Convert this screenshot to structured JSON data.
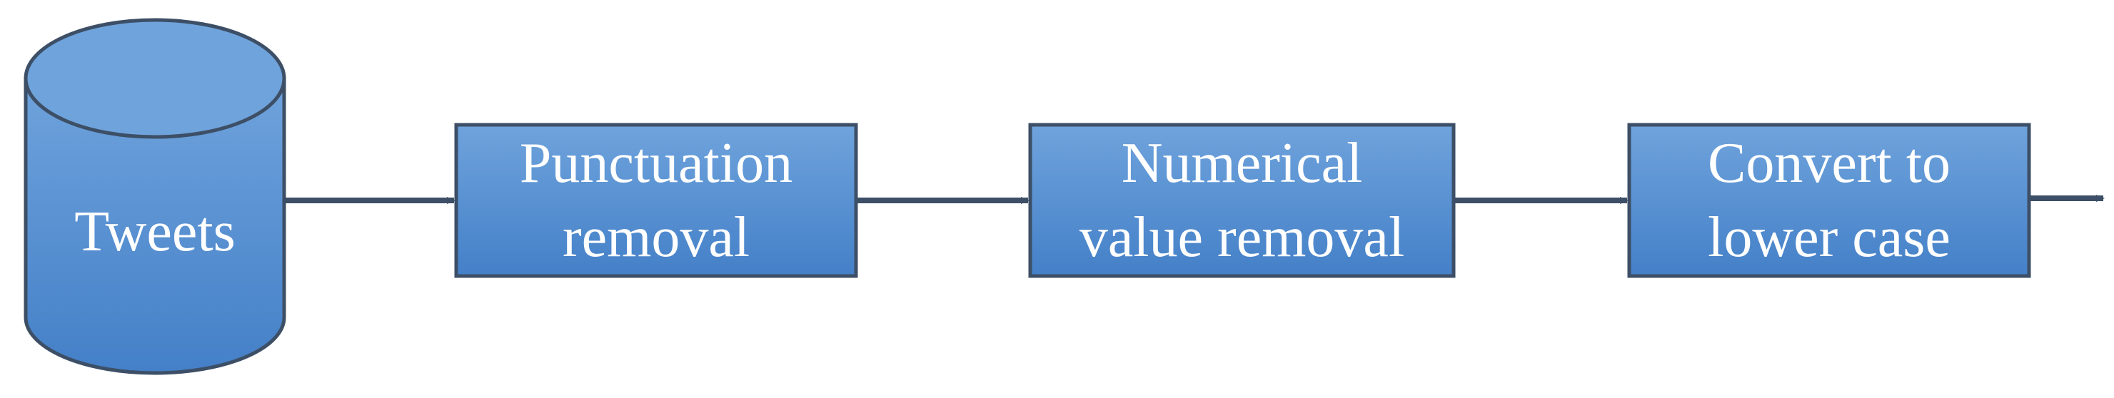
{
  "diagram": {
    "source": {
      "label": "Tweets",
      "shape": "cylinder"
    },
    "steps": [
      {
        "lines": [
          "Punctuation",
          "removal"
        ]
      },
      {
        "lines": [
          "Numerical",
          "value removal"
        ]
      },
      {
        "lines": [
          "Convert to",
          "lower case"
        ]
      }
    ],
    "colors": {
      "fill_top": "#6fa3dc",
      "fill_bottom": "#4480c8",
      "stroke": "#3d4f66",
      "text": "#ffffff",
      "arrow": "#3d4f66"
    }
  }
}
